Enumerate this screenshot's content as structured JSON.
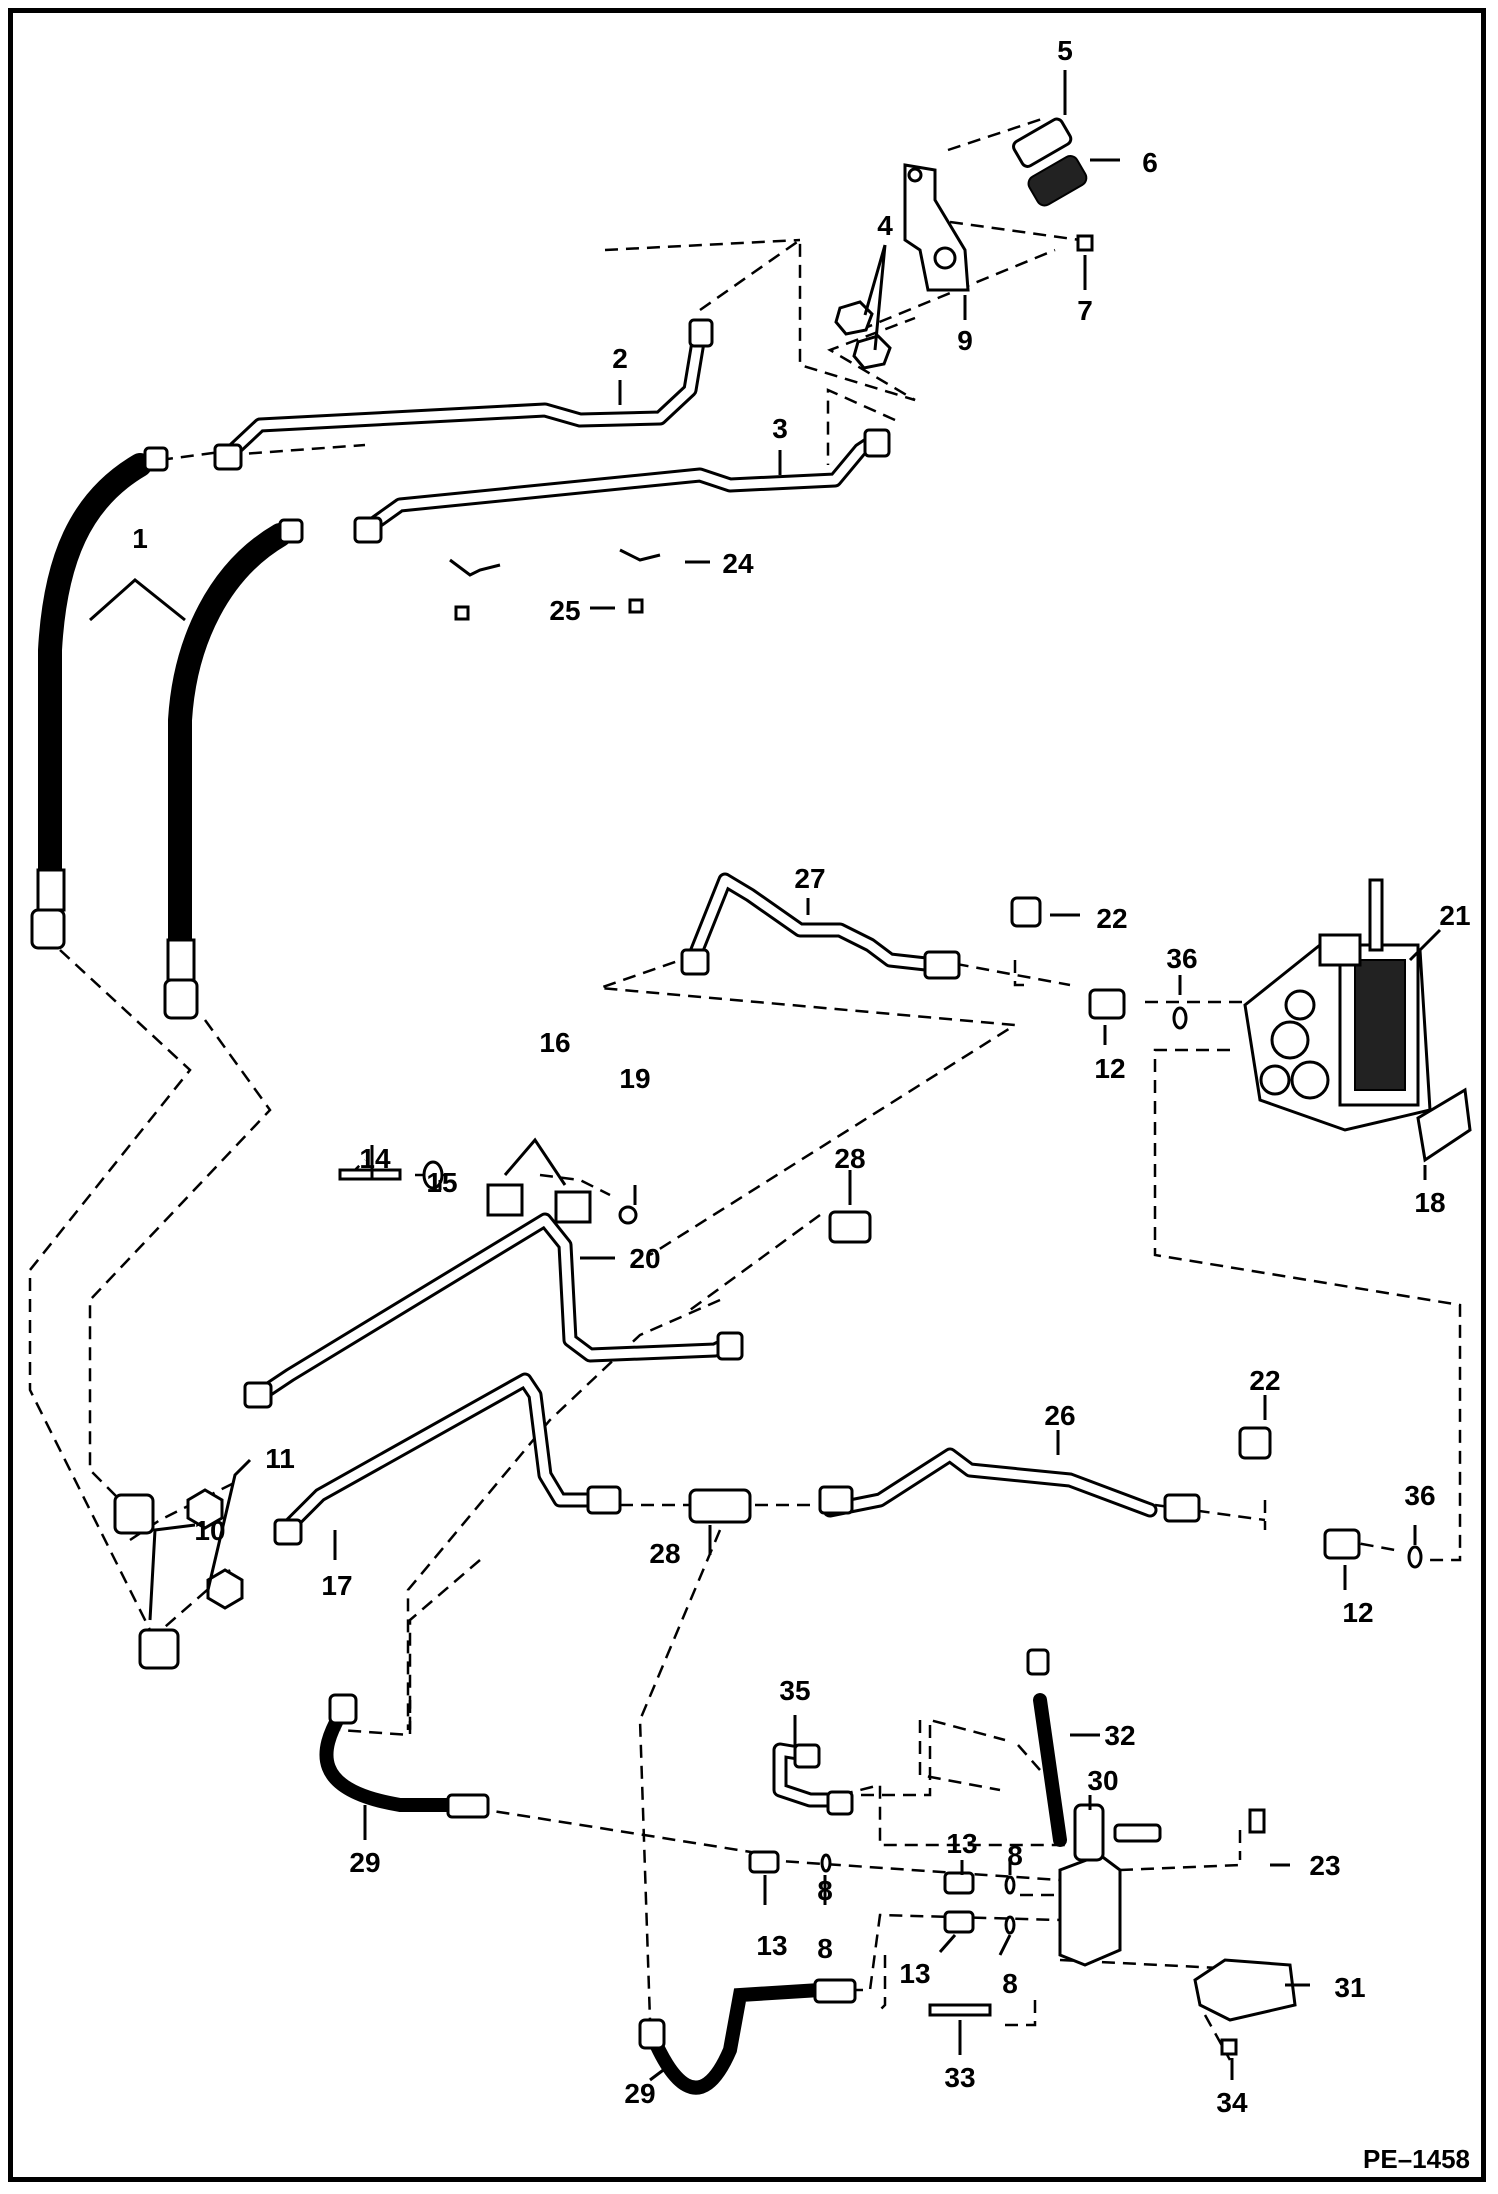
{
  "figure_code": "PE–1458",
  "callouts": [
    "1",
    "2",
    "3",
    "4",
    "5",
    "6",
    "7",
    "8",
    "9",
    "10",
    "11",
    "12",
    "13",
    "14",
    "15",
    "16",
    "17",
    "18",
    "19",
    "20",
    "21",
    "22",
    "23",
    "24",
    "25",
    "26",
    "27",
    "28",
    "29",
    "30",
    "31",
    "32",
    "33",
    "34",
    "35",
    "36"
  ]
}
